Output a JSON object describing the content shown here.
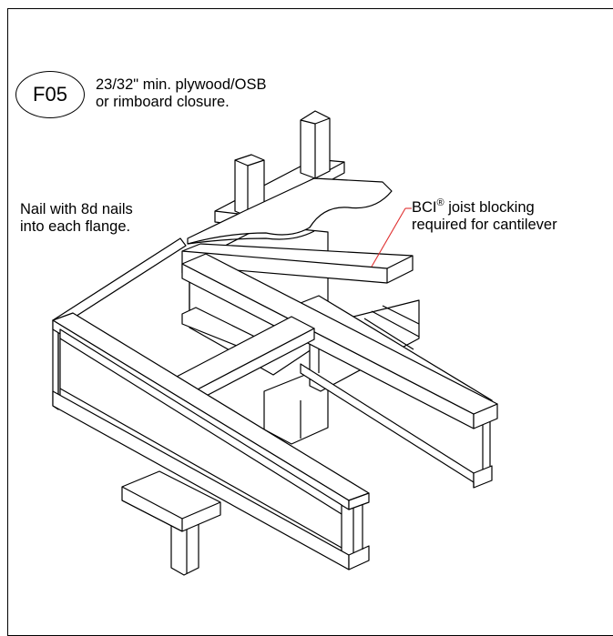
{
  "detail_id": "F05",
  "notes": {
    "closure_line1": "23/32\" min. plywood/OSB",
    "closure_line2": "or rimboard closure.",
    "nail_line1": "Nail with 8d nails",
    "nail_line2": "into each flange.",
    "blocking_prefix": "BCI",
    "blocking_mark": "®",
    "blocking_suffix": " joist blocking",
    "blocking_line2": "required for cantilever"
  },
  "colors": {
    "line": "#000000",
    "leader": "#e03030",
    "background": "#ffffff"
  }
}
